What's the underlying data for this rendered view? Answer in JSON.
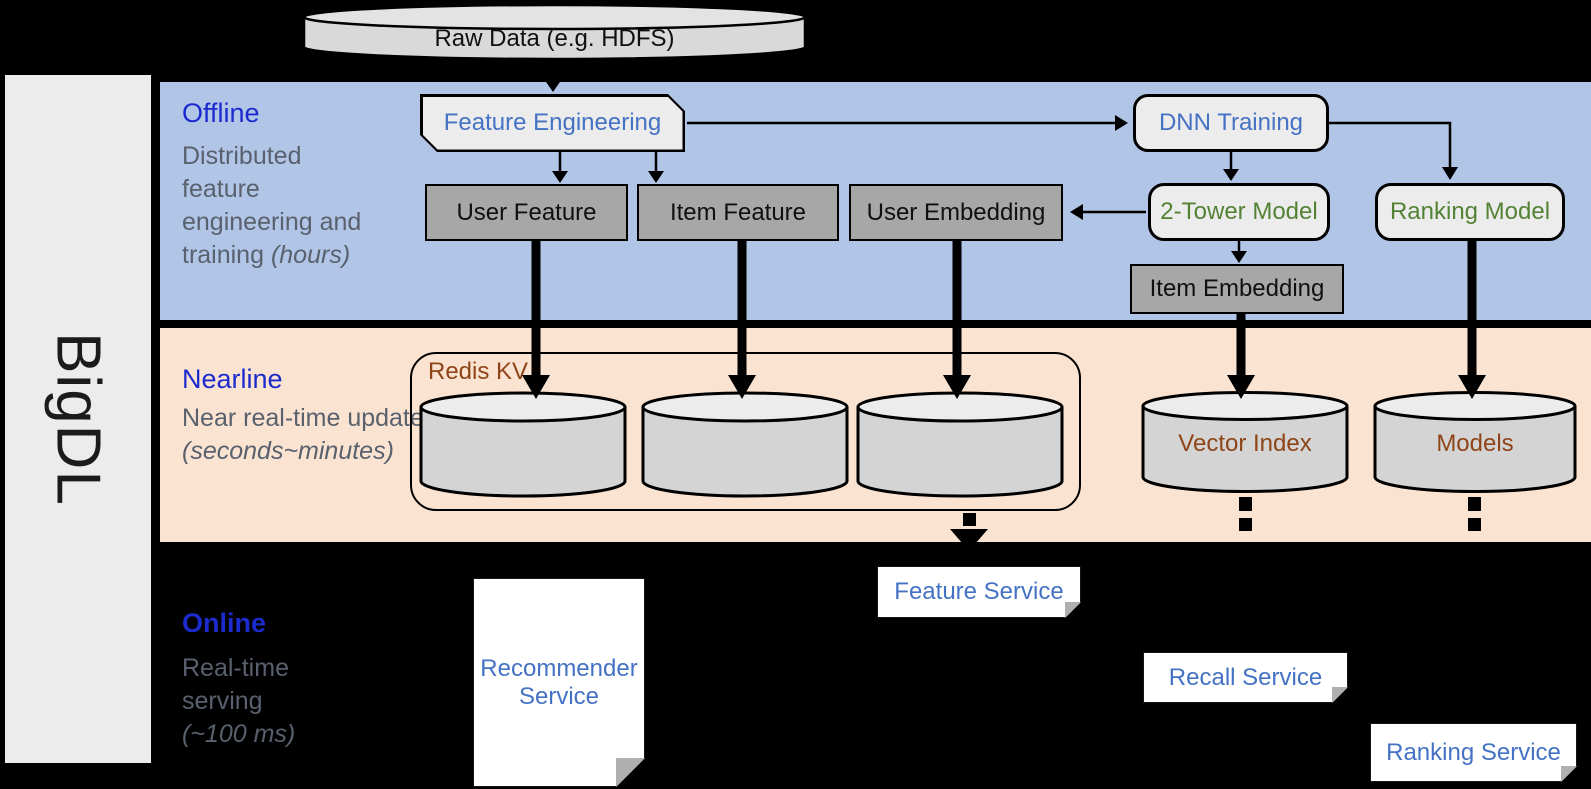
{
  "colors": {
    "offline_bg": "#b1c5e7",
    "nearline_bg": "#fbe3d1",
    "online_bg": "#000000",
    "section_title": "#1c2bce",
    "section_desc": "#59616e",
    "service_text": "#4472c4",
    "model_text": "#548235",
    "storage_text": "#8e4518",
    "gray_box_bg": "#a7a7a7",
    "light_box_bg": "#ececec",
    "sidebar_bg": "#ececec"
  },
  "sidebar": {
    "brand": "BigDL"
  },
  "source": {
    "raw_data_label": "Raw Data (e.g. HDFS)"
  },
  "offline": {
    "title": "Offline",
    "description": "Distributed feature engineering and training",
    "note": "(hours)",
    "feature_engineering": "Feature Engineering",
    "dnn_training": "DNN Training",
    "user_feature": "User Feature",
    "item_feature": "Item Feature",
    "user_embedding": "User Embedding",
    "two_tower_model": "2-Tower Model",
    "ranking_model": "Ranking Model",
    "item_embedding": "Item Embedding"
  },
  "nearline": {
    "title": "Nearline",
    "description": "Near real-time update",
    "note": "(seconds~minutes)",
    "redis_kv_label": "Redis KV",
    "vector_index_label": "Vector Index",
    "models_label": "Models"
  },
  "online": {
    "title": "Online",
    "description": "Real-time serving",
    "note": "(~100 ms)",
    "recommender_service": "Recommender Service",
    "feature_service": "Feature Service",
    "recall_service": "Recall Service",
    "ranking_service": "Ranking Service"
  }
}
